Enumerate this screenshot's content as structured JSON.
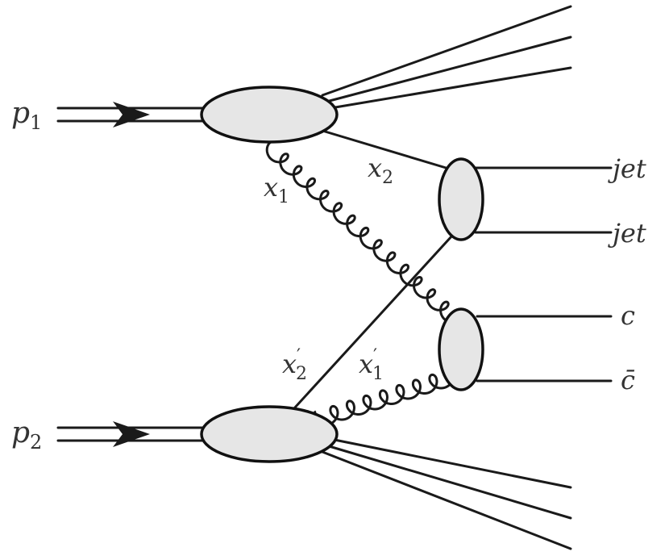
{
  "proton_1": {
    "symbol": "p",
    "index": "1"
  },
  "proton_2": {
    "symbol": "p",
    "index": "2"
  },
  "momentum_fractions": {
    "x1": {
      "symbol": "x",
      "index": "1",
      "prime": ""
    },
    "x2": {
      "symbol": "x",
      "index": "2",
      "prime": ""
    },
    "x1_prime": {
      "symbol": "x",
      "index": "1",
      "prime": "′"
    },
    "x2_prime": {
      "symbol": "x",
      "index": "2",
      "prime": "′"
    }
  },
  "final_states": {
    "jet_upper": "jet",
    "jet_lower": "jet",
    "charm": "c",
    "anticharm": "c̄"
  },
  "colors": {
    "blob_fill": "#e6e6e6",
    "stroke": "#1a1a1a",
    "text": "#333333"
  }
}
